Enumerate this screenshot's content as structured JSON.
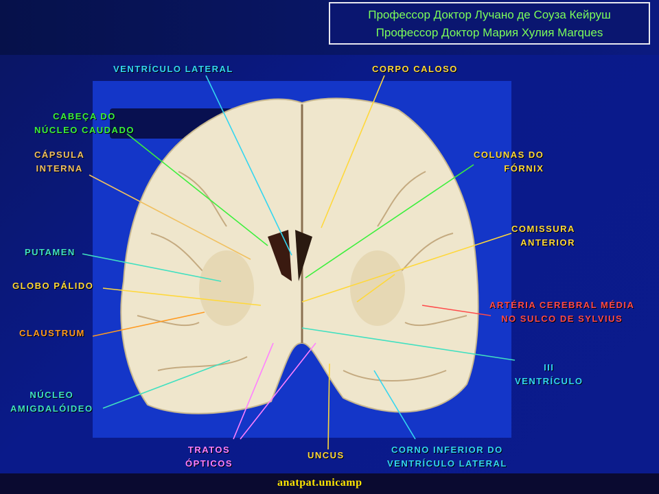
{
  "header": {
    "lines": [
      "Профессор Доктор Лучано де Соуза Кейруш",
      "Профессор Доктор Мария Хулия Marques"
    ]
  },
  "labels": {
    "ventriculo_lateral": [
      "VENTRÍCULO LATERAL"
    ],
    "corpo_caloso": [
      "CORPO CALOSO"
    ],
    "cabeca_nucleo_caudado": [
      "CABEÇA DO",
      "NÚCLEO CAUDADO"
    ],
    "capsula_interna": [
      "CÁPSULA",
      "INTERNA"
    ],
    "colunas_fornix": [
      "COLUNAS DO",
      "FÓRNIX"
    ],
    "comissura_anterior": [
      "COMISSURA",
      "ANTERIOR"
    ],
    "putamen": [
      "PUTAMEN"
    ],
    "globo_palido": [
      "GLOBO PÁLIDO"
    ],
    "claustrum": [
      "CLAUSTRUM"
    ],
    "arteria_cerebral_media": [
      "ARTÉRIA CEREBRAL MÉDIA",
      "NO SULCO DE SYLVIUS"
    ],
    "iii_ventriculo": [
      "III",
      "VENTRÍCULO"
    ],
    "nucleo_amigdaloideo": [
      "NÚCLEO",
      "AMIGDALÓIDEO"
    ],
    "tratos_opticos": [
      "TRATOS",
      "ÓPTICOS"
    ],
    "uncus": [
      "UNCUS"
    ],
    "corno_inferior": [
      "CORNO INFERIOR DO",
      "VENTRÍCULO LATERAL"
    ]
  },
  "colors": {
    "cyan": "#33d6f0",
    "yellow": "#ffd83a",
    "green": "#3cf03c",
    "orange": "#ff9a20",
    "tan": "#f0c060",
    "teal": "#40e0c0",
    "red": "#ff4a4a",
    "pink": "#ff80ff",
    "title_green": "#7cff5a"
  },
  "footer": {
    "text": "anatpat.unicamp"
  }
}
